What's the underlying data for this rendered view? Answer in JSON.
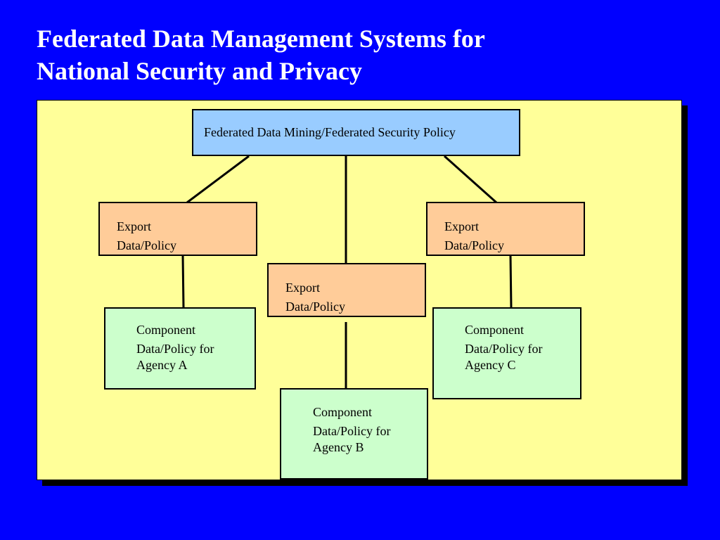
{
  "title": {
    "line1": "Federated Data Management Systems for",
    "line2": "National Security and Privacy"
  },
  "colors": {
    "background": "#0000ff",
    "panel": "#ffff99",
    "top_box": "#99ccff",
    "export_box": "#ffcc99",
    "component_box": "#ccffcc"
  },
  "diagram": {
    "top": {
      "label": "Federated Data Mining/Federated Security Policy"
    },
    "exports": [
      {
        "line1": "Export",
        "line2": "Data/Policy"
      },
      {
        "line1": "Export",
        "line2": "Data/Policy"
      },
      {
        "line1": "Export",
        "line2": "Data/Policy"
      }
    ],
    "components": [
      {
        "line1": "Component",
        "line2": "Data/Policy for",
        "line3": "Agency A"
      },
      {
        "line1": "Component",
        "line2": "Data/Policy for",
        "line3": "Agency B"
      },
      {
        "line1": "Component",
        "line2": "Data/Policy for",
        "line3": "Agency C"
      }
    ]
  }
}
